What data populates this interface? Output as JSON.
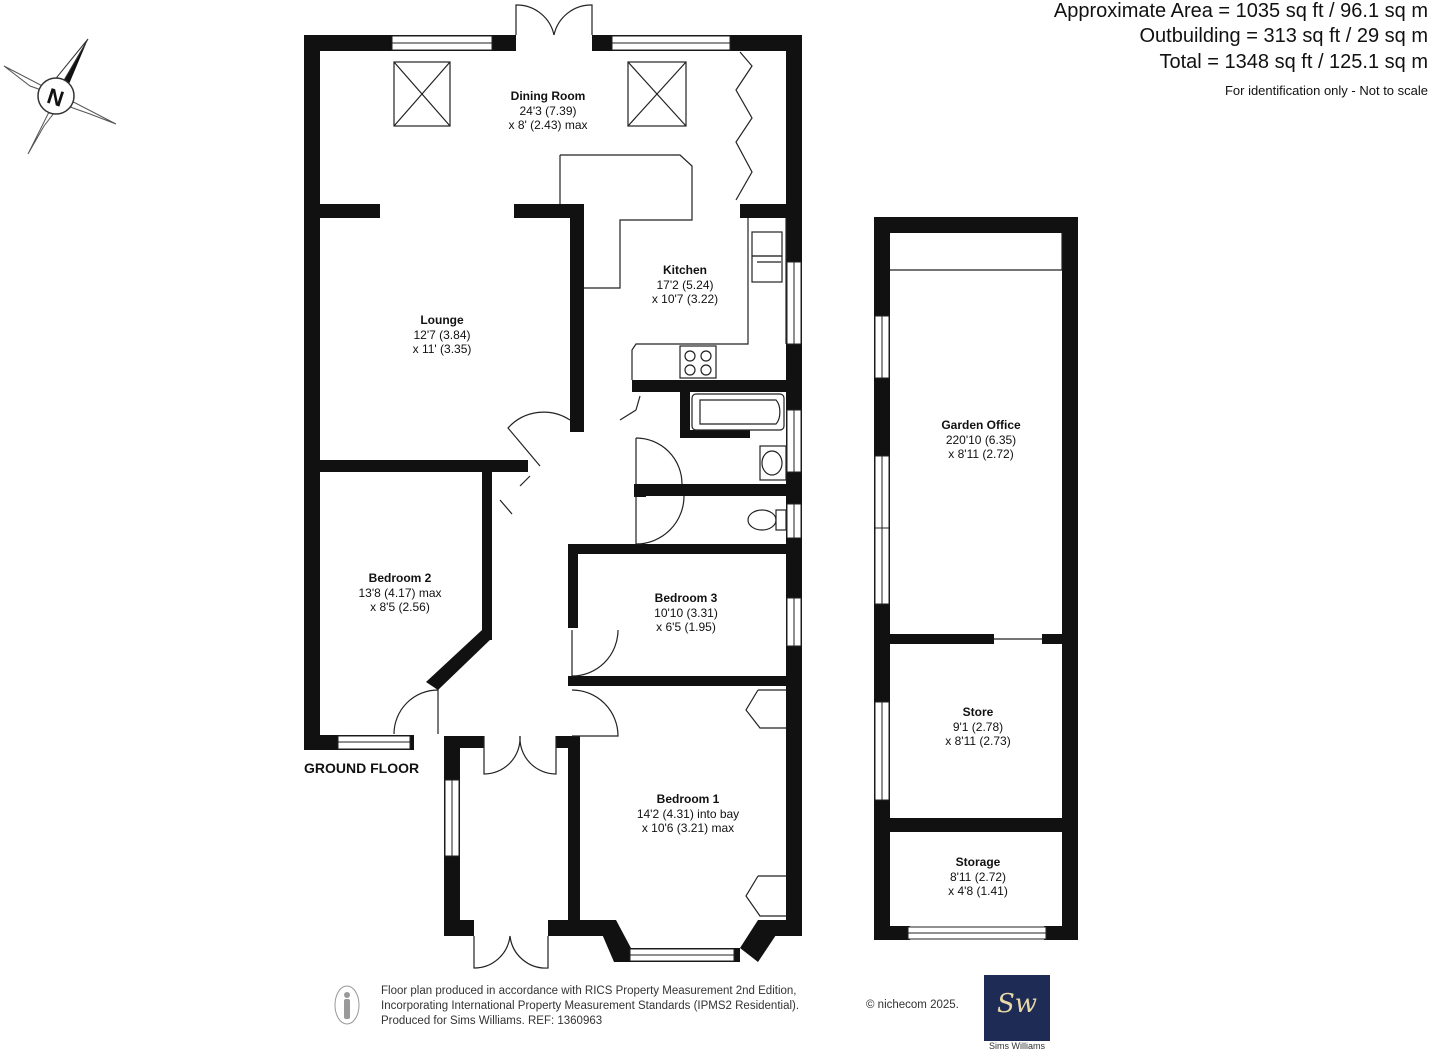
{
  "header": {
    "area": "Approximate Area = 1035 sq ft / 96.1 sq m",
    "outbuilding": "Outbuilding = 313 sq ft / 29 sq m",
    "total": "Total = 1348 sq ft / 125.1 sq m",
    "note": "For identification only - Not to scale"
  },
  "compass": {
    "letter": "N"
  },
  "floor_label": "GROUND FLOOR",
  "rooms": {
    "dining": {
      "name": "Dining Room",
      "dim1": "24'3 (7.39)",
      "dim2": "x 8' (2.43) max"
    },
    "kitchen": {
      "name": "Kitchen",
      "dim1": "17'2 (5.24)",
      "dim2": "x 10'7 (3.22)"
    },
    "lounge": {
      "name": "Lounge",
      "dim1": "12'7 (3.84)",
      "dim2": "x 11' (3.35)"
    },
    "bedroom2": {
      "name": "Bedroom 2",
      "dim1": "13'8 (4.17) max",
      "dim2": "x 8'5 (2.56)"
    },
    "bedroom3": {
      "name": "Bedroom 3",
      "dim1": "10'10 (3.31)",
      "dim2": "x 6'5 (1.95)"
    },
    "bedroom1": {
      "name": "Bedroom 1",
      "dim1": "14'2 (4.31) into bay",
      "dim2": "x 10'6 (3.21) max"
    },
    "garden_office": {
      "name": "Garden Office",
      "dim1": "220'10 (6.35)",
      "dim2": "x 8'11 (2.72)"
    },
    "store": {
      "name": "Store",
      "dim1": "9'1 (2.78)",
      "dim2": "x 8'11 (2.73)"
    },
    "storage": {
      "name": "Storage",
      "dim1": "8'11 (2.72)",
      "dim2": "x 4'8 (1.41)"
    }
  },
  "footer": {
    "line1": "Floor plan produced in accordance with RICS Property Measurement 2nd Edition,",
    "line2": "Incorporating International Property Measurement Standards (IPMS2 Residential).",
    "line3": "Produced for Sims Williams.   REF: 1360963",
    "copyright": "© nichecom 2025."
  },
  "logo": {
    "monogram": "Sw",
    "name": "Sims Williams",
    "color": "#1e2b55"
  },
  "colors": {
    "wall": "#111111",
    "window": "#ffffff",
    "line": "#222222"
  }
}
